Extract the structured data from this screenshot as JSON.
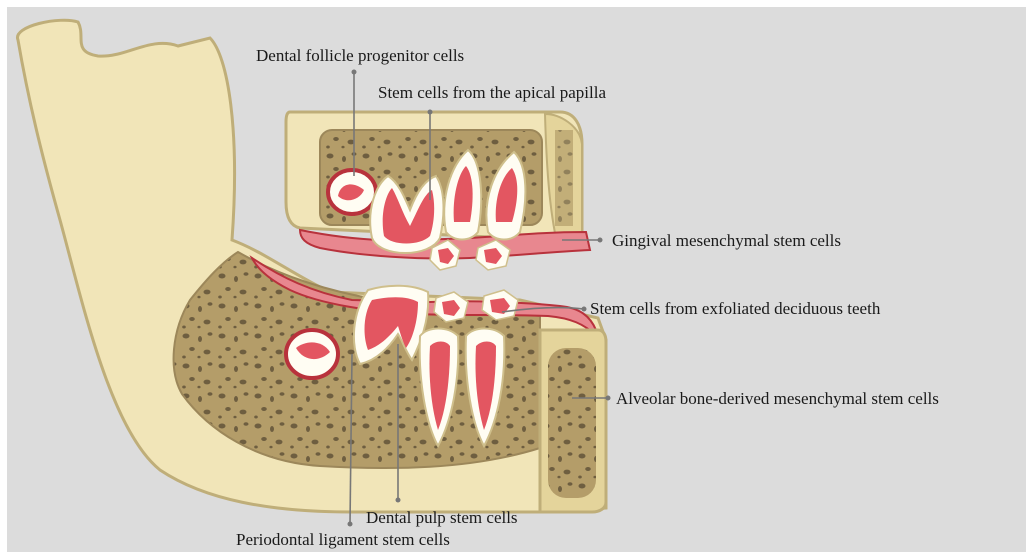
{
  "labels": {
    "dental_follicle": "Dental follicle progenitor cells",
    "apical_papilla": "Stem cells from the apical papilla",
    "gingival": "Gingival mesenchymal stem cells",
    "exfoliated": "Stem cells from exfoliated deciduous teeth",
    "alveolar": "Alveolar bone-derived mesenchymal stem cells",
    "dental_pulp": "Dental pulp stem cells",
    "periodontal": "Periodontal ligament stem cells"
  },
  "colors": {
    "background": "#dcdcdc",
    "bone": "#f1e5b8",
    "bone_outline": "#bfae79",
    "cancellous": "#b49d69",
    "pore": "#6e5e40",
    "tooth_enamel": "#fffdf3",
    "tooth_outline": "#cfbf8c",
    "pulp": "#e35661",
    "gingiva": "#e8878f",
    "gingiva_dark": "#b8323c",
    "leader": "#777777"
  }
}
